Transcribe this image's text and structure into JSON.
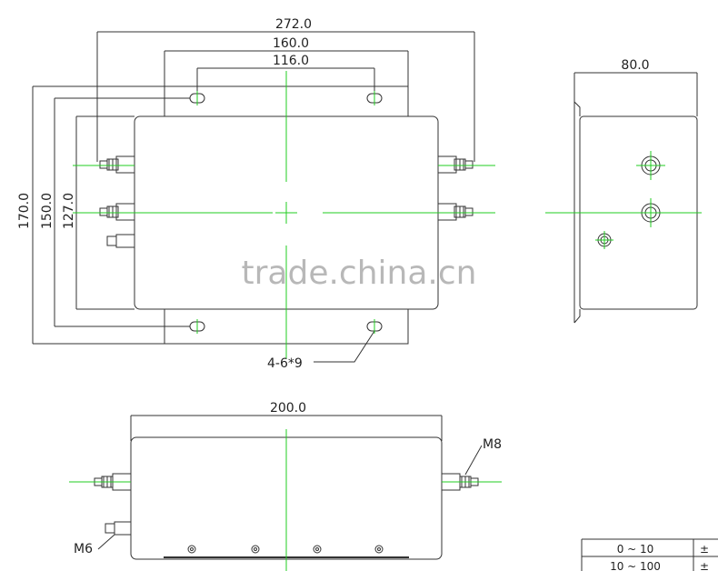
{
  "dimensions": {
    "top_width_overall": "272.0",
    "top_width_mount": "160.0",
    "top_width_holes": "116.0",
    "left_height_overall": "170.0",
    "left_height_mount": "150.0",
    "left_height_body": "127.0",
    "side_depth": "80.0",
    "front_length": "200.0"
  },
  "callouts": {
    "holes": "4-6*9",
    "terminal_large": "M8",
    "terminal_small": "M6"
  },
  "tolerance_table": {
    "rows": [
      {
        "range": "0 ~ 10",
        "tol": "±"
      },
      {
        "range": "10 ~ 100",
        "tol": "±"
      }
    ]
  },
  "watermark": "trade.china.cn",
  "colors": {
    "outline": "#333333",
    "centerline": "#22cc22"
  }
}
